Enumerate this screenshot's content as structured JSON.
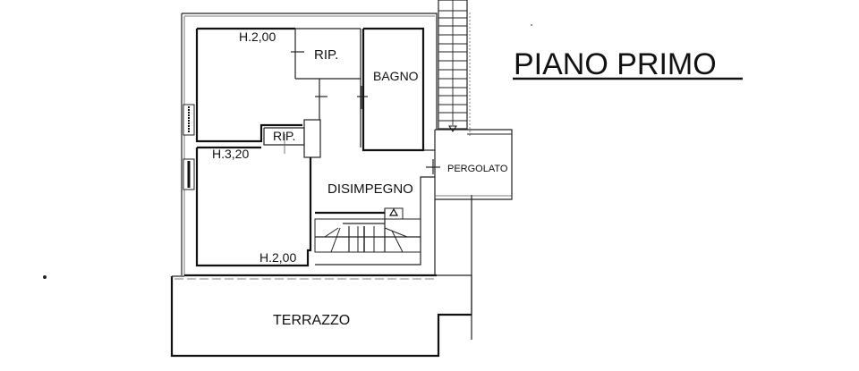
{
  "title": {
    "text": "PIANO PRIMO",
    "underlined": true
  },
  "rooms": [
    {
      "id": "room-top-left",
      "height_label": "H.2,00"
    },
    {
      "id": "rip-top",
      "label": "RIP."
    },
    {
      "id": "bagno",
      "label": "BAGNO"
    },
    {
      "id": "rip-small",
      "label": "RIP."
    },
    {
      "id": "room-bottom-left",
      "height_label_top": "H.3,20",
      "height_label_bottom": "H.2,00"
    },
    {
      "id": "disimpegno",
      "label": "DISIMPEGNO"
    },
    {
      "id": "pergolato",
      "label": "PERGOLATO"
    },
    {
      "id": "terrazzo",
      "label": "TERRAZZO"
    }
  ],
  "colors": {
    "background": "#ffffff",
    "lines": "#111111"
  }
}
